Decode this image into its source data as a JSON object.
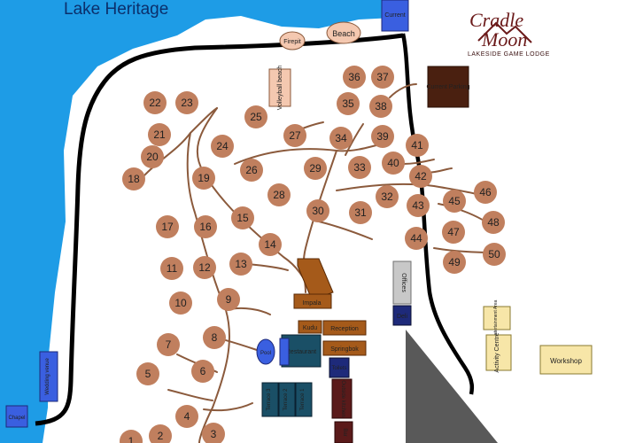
{
  "map": {
    "title": "Lake Heritage",
    "logo": {
      "line1": "Cradle",
      "line2": "Moon",
      "tagline": "LAKESIDE GAME LODGE"
    },
    "colors": {
      "water": "#1e9ce6",
      "road": "#000000",
      "path": "#8b5a3c",
      "site": "#c07f5e",
      "brown_building": "#a55a1a",
      "maroon_building": "#5a1a1a",
      "navy_building": "#1e2a7a",
      "teal_building": "#1a4f66",
      "blue_building": "#3a5fe0",
      "cream_building": "#f7e6a8",
      "grey_area": "#595959"
    },
    "sites": [
      "1",
      "2",
      "3",
      "4",
      "5",
      "6",
      "7",
      "8",
      "9",
      "10",
      "11",
      "12",
      "13",
      "14",
      "15",
      "16",
      "17",
      "18",
      "19",
      "20",
      "21",
      "22",
      "23",
      "24",
      "25",
      "26",
      "27",
      "28",
      "29",
      "30",
      "31",
      "32",
      "33",
      "34",
      "35",
      "36",
      "37",
      "38",
      "39",
      "40",
      "41",
      "42",
      "43",
      "44",
      "45",
      "46",
      "47",
      "48",
      "49",
      "50"
    ],
    "buildings": {
      "current_top": "Current",
      "current_parking": "Current Parking",
      "firepit": "Firepit",
      "beach": "Beach",
      "volleyball": "Volleyball beach",
      "impala": "Impala",
      "kudu": "Kudu",
      "reception": "Reception",
      "restaurant": "Restaurant",
      "springbok": "Springbok",
      "toilets": "Toilets",
      "pool": "Pool",
      "offices": "Offices",
      "deli": "Deli",
      "entertainment": "Entertainment Area",
      "activity_centre": "Activity Centre",
      "workshop": "Workshop",
      "terrace1": "Terrace 1",
      "terrace2": "Terrace 2",
      "terrace3": "Terrace 3",
      "outside_kitchen": "Outside kitchen",
      "bar": "Bar",
      "wedding_venue": "Wedding venue",
      "chapel": "Chapel"
    }
  }
}
